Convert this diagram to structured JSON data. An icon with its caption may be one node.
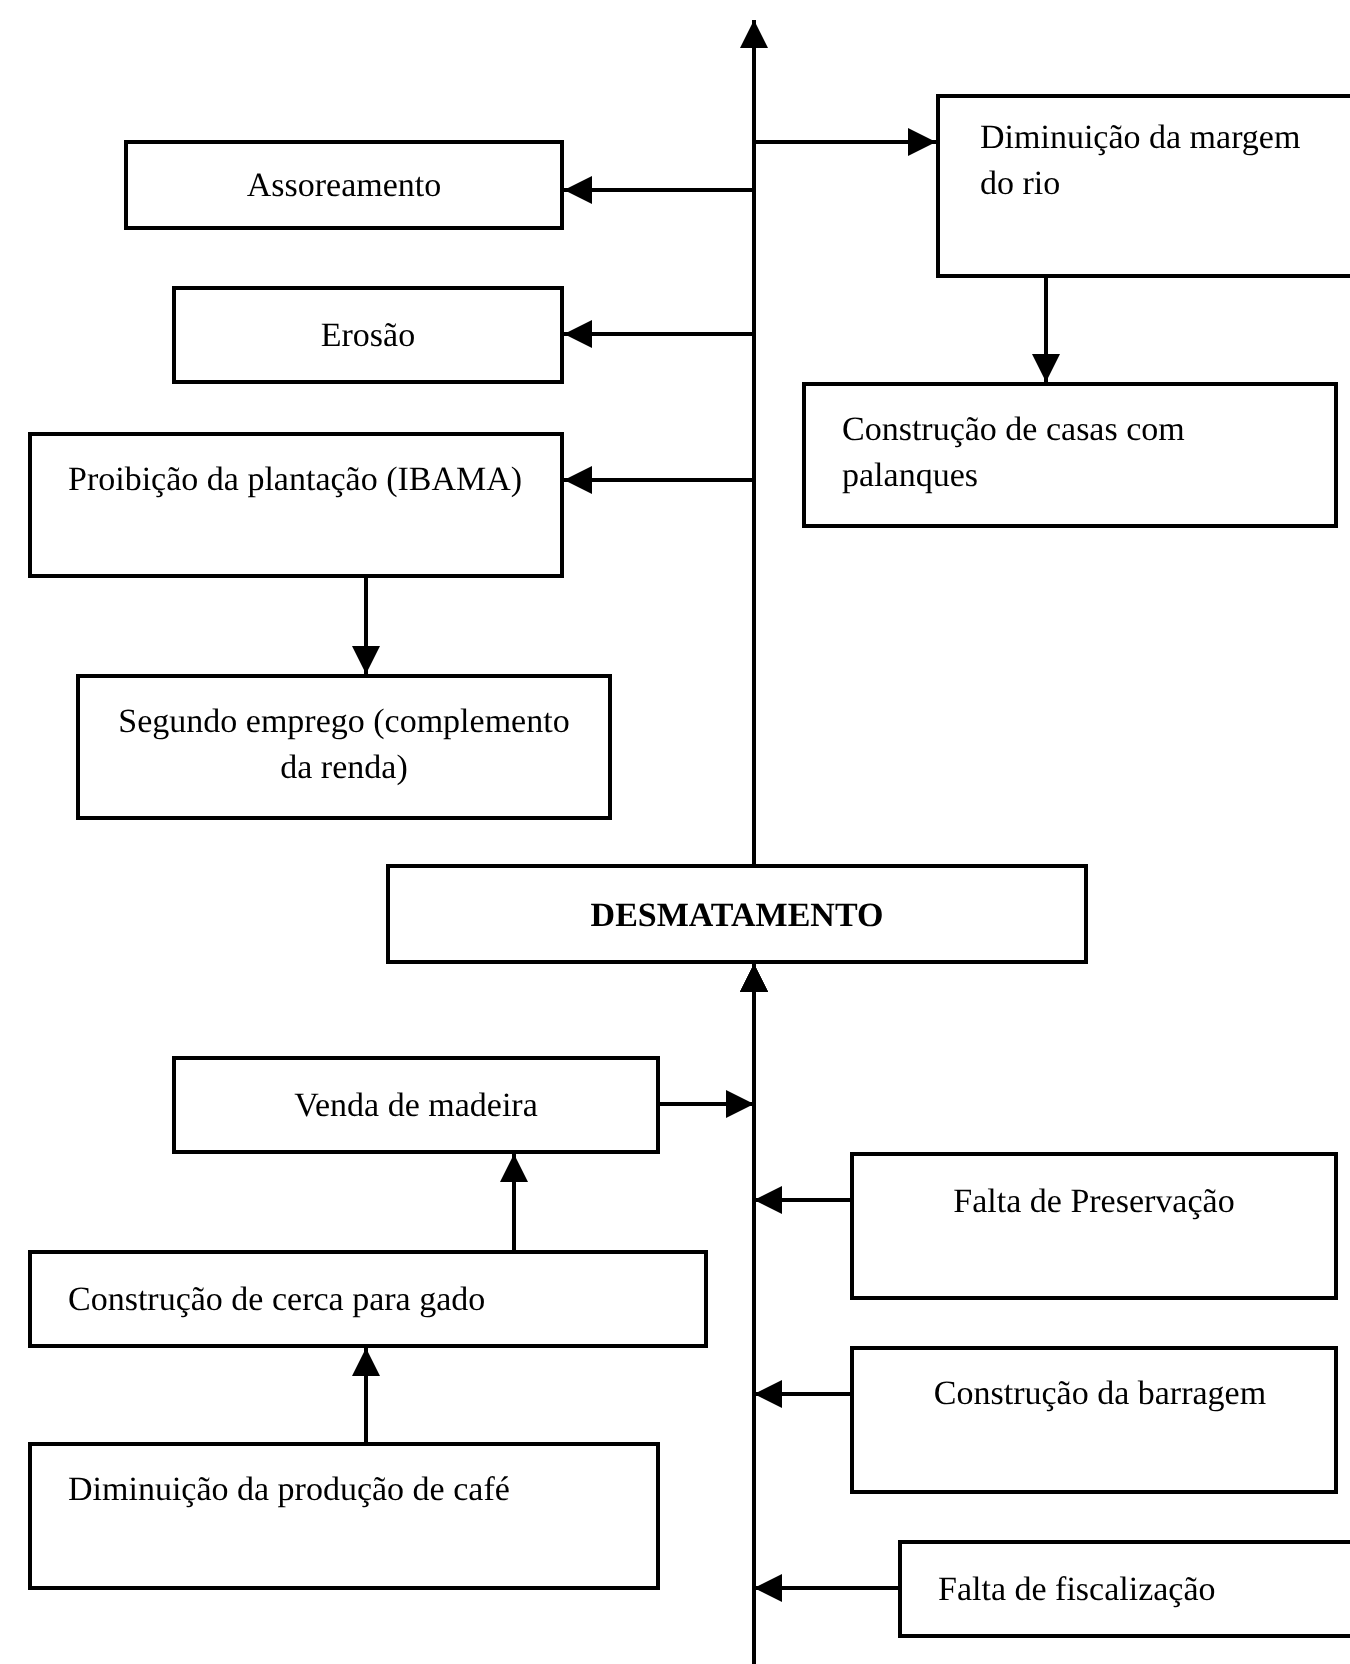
{
  "diagram": {
    "nodes": [
      {
        "text": [
          "Diminuição da margem do rio"
        ]
      },
      {
        "text": [
          "Assoreamento"
        ]
      },
      {
        "text": [
          "Erosão"
        ]
      },
      {
        "text": [
          "Construção de casas com palanques"
        ]
      },
      {
        "text": [
          "Proibição da plantação (IBAMA)"
        ]
      },
      {
        "text": [
          "Segundo emprego (complemento da renda)"
        ]
      },
      {
        "text": [
          "DESMATAMENTO"
        ]
      },
      {
        "text": [
          "Venda de madeira"
        ]
      },
      {
        "text": [
          "Falta de Preservação"
        ]
      },
      {
        "text": [
          "Construção de cerca para gado"
        ]
      },
      {
        "text": [
          "Construção da barragem"
        ]
      },
      {
        "text": [
          "Diminuição da produção de café"
        ]
      },
      {
        "text": [
          "Falta de fiscalização"
        ]
      }
    ],
    "edges": [
      {
        "from": 6,
        "to": 0,
        "arrow": "to"
      },
      {
        "from": 6,
        "to": 1,
        "arrow": "to"
      },
      {
        "from": 6,
        "to": 2,
        "arrow": "to"
      },
      {
        "from": 6,
        "to": 4,
        "arrow": "to"
      },
      {
        "from": 0,
        "to": 3,
        "arrow": "to"
      },
      {
        "from": 4,
        "to": 5,
        "arrow": "to"
      },
      {
        "from": 6,
        "to": null,
        "arrow": "to"
      },
      {
        "from": 7,
        "to": 6,
        "arrow": "to"
      },
      {
        "from": 8,
        "to": 6,
        "arrow": "to"
      },
      {
        "from": 10,
        "to": 6,
        "arrow": "to"
      },
      {
        "from": 12,
        "to": 6,
        "arrow": "to"
      },
      {
        "from": 9,
        "to": 7,
        "arrow": "to"
      },
      {
        "from": 11,
        "to": 9,
        "arrow": "to"
      }
    ]
  }
}
